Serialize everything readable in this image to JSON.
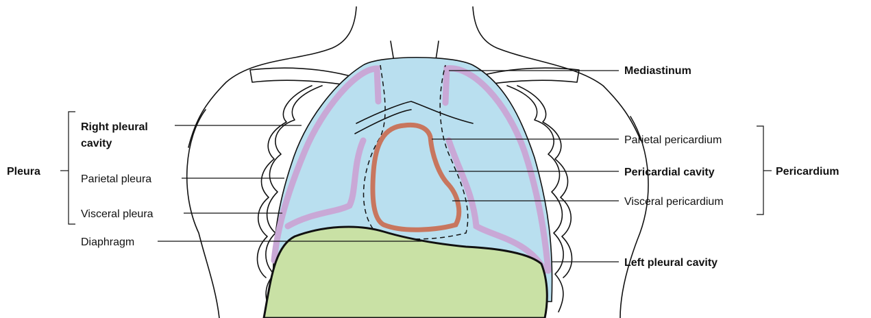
{
  "labels": {
    "mediastinum": "Mediastinum",
    "right_pleural_cavity_1": "Right pleural",
    "right_pleural_cavity_2": "cavity",
    "parietal_pleura": "Parietal pleura",
    "visceral_pleura": "Visceral pleura",
    "pleura": "Pleura",
    "diaphragm": "Diaphragm",
    "parietal_pericardium": "Parietal pericardium",
    "pericardial_cavity": "Pericardial cavity",
    "visceral_pericardium": "Visceral pericardium",
    "pericardium": "Pericardium",
    "left_pleural_cavity": "Left pleural cavity"
  },
  "colors": {
    "cavity_fill": "#b9dfef",
    "pleura_membrane": "#c9a8d6",
    "pericardium_membrane": "#c8765e",
    "diaphragm_fill": "#c9e1a5",
    "outline": "#111111"
  }
}
